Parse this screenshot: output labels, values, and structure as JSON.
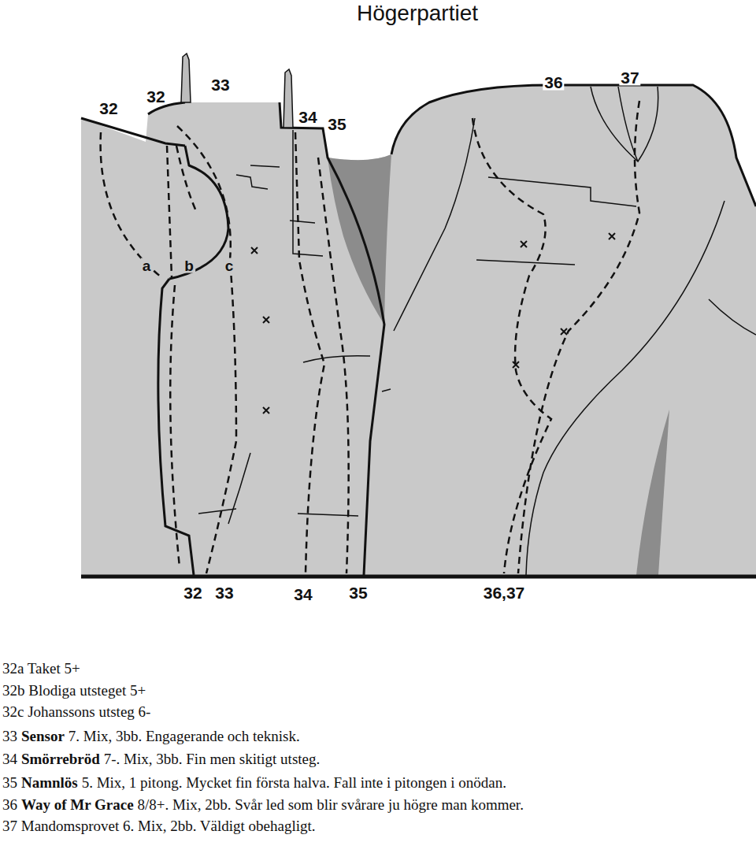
{
  "diagram": {
    "title": "Högerpartiet",
    "labels": [
      "32",
      "32",
      "33",
      "34",
      "35",
      "36",
      "37",
      "a",
      "b",
      "c",
      "32",
      "33",
      "34",
      "35",
      "36,37",
      "32a Taket 5+",
      "32b Blodiga utsteget 5+",
      "32c Johanssons utsteg 6-",
      "33",
      "Sensor",
      "7. Mix, 3bb. Engagerande och teknisk.",
      "34",
      "Smörrebröd",
      "7-. Mix, 3bb. Fin men skitigt utsteg.",
      "35",
      "Namnlös",
      "5. Mix, 1 pitong. Mycket fin första halva. Fall inte i pitongen i onödan.",
      "36",
      "Way of Mr Grace",
      "8/8+. Mix, 2bb. Svår led som blir svårare ju högre man kommer.",
      "37 Mandomsprovet 6. Mix, 2bb. Väldigt obehagligt."
    ]
  }
}
